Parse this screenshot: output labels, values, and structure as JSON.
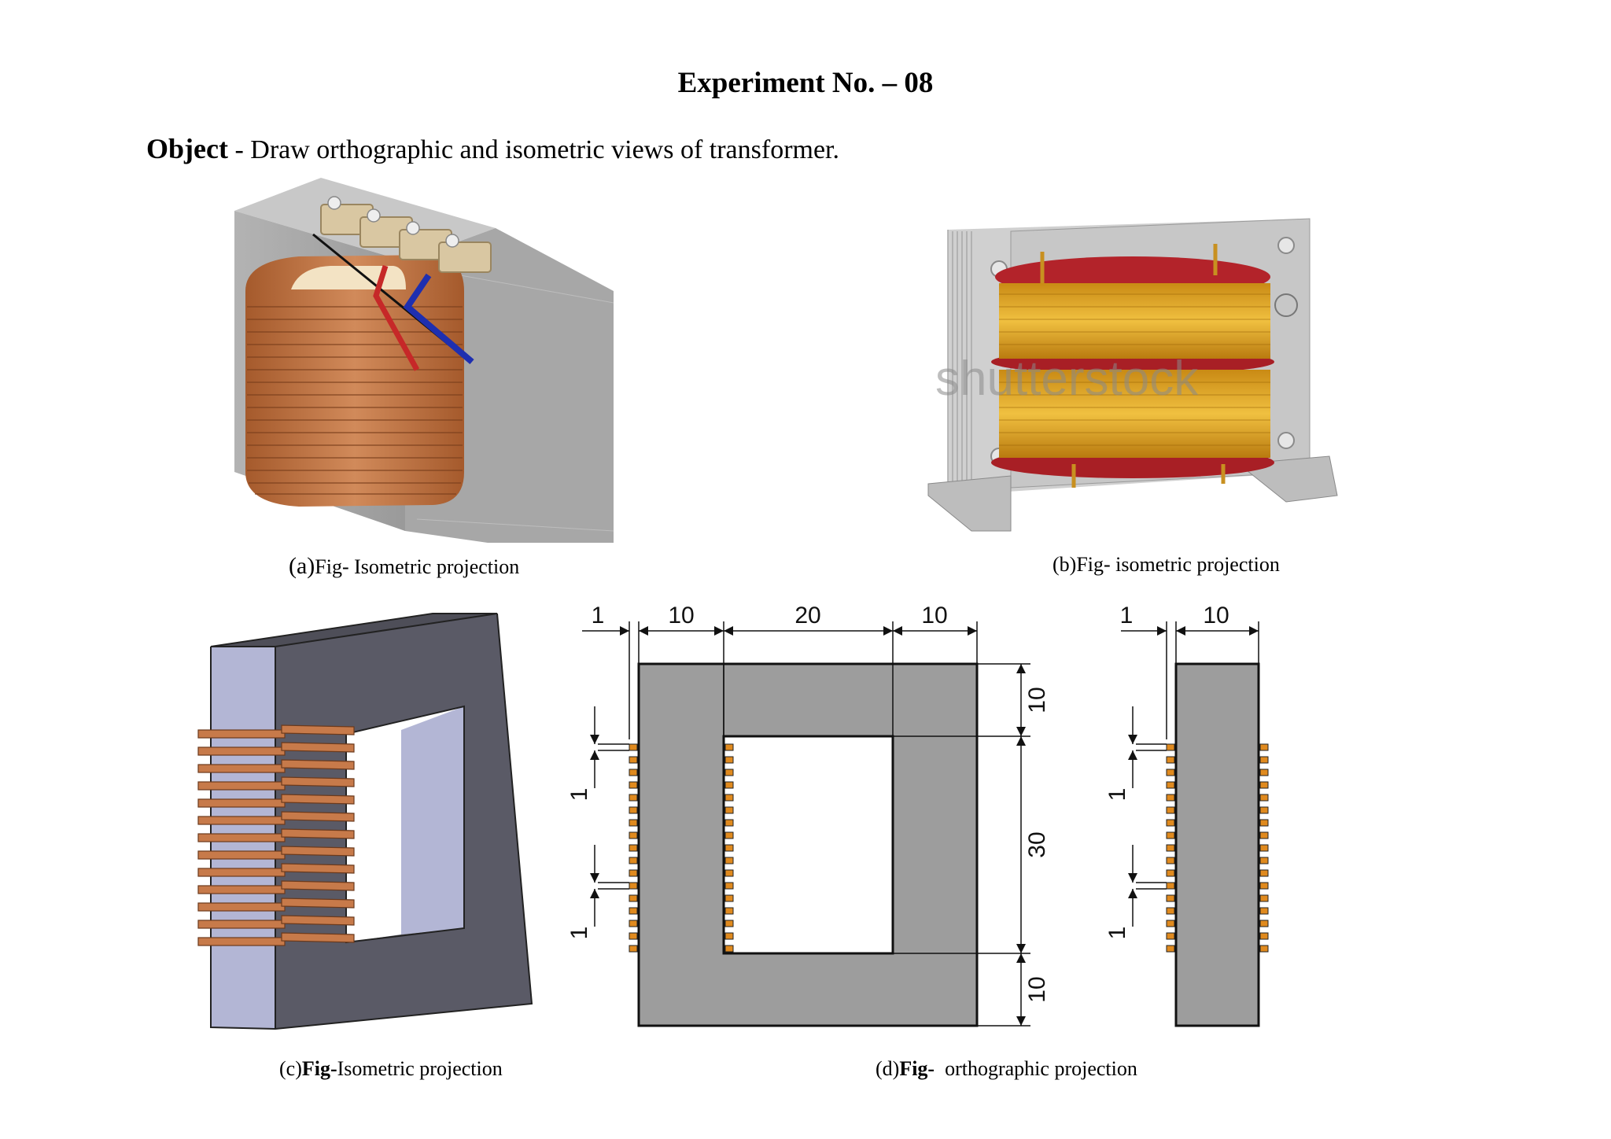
{
  "document": {
    "title": "Experiment No. – 08",
    "object_label": "Object",
    "object_text": " - Draw orthographic and isometric views of transformer."
  },
  "figures": {
    "a": {
      "prefix": "(a)",
      "bold": "",
      "text": "Fig- Isometric projection"
    },
    "b": {
      "prefix": "(b)",
      "bold": "",
      "text": "Fig- isometric projection",
      "watermark": "shutterstock"
    },
    "c": {
      "prefix": "(c)",
      "bold": "Fig-",
      "text": "Isometric projection"
    },
    "d": {
      "prefix": "(d)",
      "bold": "Fig-",
      "text": "  orthographic projection"
    }
  },
  "drawing_dimensions": {
    "front_top": [
      "1",
      "10",
      "20",
      "10"
    ],
    "front_right": [
      "10",
      "30",
      "10"
    ],
    "front_left": [
      "1",
      "1"
    ],
    "side_top": [
      "1",
      "10"
    ],
    "side_left": [
      "1",
      "1"
    ]
  },
  "colors": {
    "core_gray": "#9d9d9d",
    "copper": "#c77a4a",
    "insulation_red": "#c0262b",
    "coil_gold": "#d9a12a",
    "iso_core_dark": "#5a5a66",
    "iso_core_light": "#b5b8d6",
    "orange_turns": "#e08a1e"
  }
}
